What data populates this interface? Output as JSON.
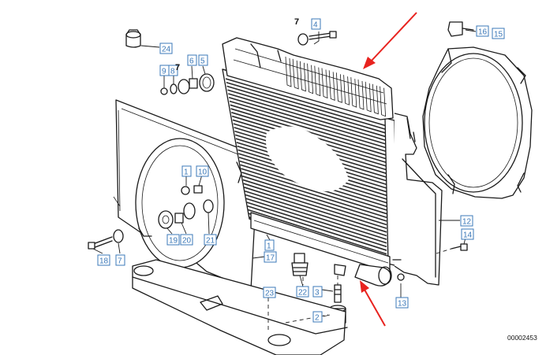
{
  "diagram": {
    "part_tags": [
      {
        "id": "24",
        "label": "24"
      },
      {
        "id": "4",
        "label": "4"
      },
      {
        "id": "16",
        "label": "16"
      },
      {
        "id": "15",
        "label": "15"
      },
      {
        "id": "9",
        "label": "9"
      },
      {
        "id": "8",
        "label": "8"
      },
      {
        "id": "6",
        "label": "6"
      },
      {
        "id": "5",
        "label": "5"
      },
      {
        "id": "1a",
        "label": "1"
      },
      {
        "id": "10",
        "label": "10"
      },
      {
        "id": "12",
        "label": "12"
      },
      {
        "id": "14",
        "label": "14"
      },
      {
        "id": "19",
        "label": "19"
      },
      {
        "id": "20",
        "label": "20"
      },
      {
        "id": "21",
        "label": "21"
      },
      {
        "id": "18",
        "label": "18"
      },
      {
        "id": "7b",
        "label": "7"
      },
      {
        "id": "1b",
        "label": "1"
      },
      {
        "id": "17",
        "label": "17"
      },
      {
        "id": "23",
        "label": "23"
      },
      {
        "id": "22",
        "label": "22"
      },
      {
        "id": "3",
        "label": "3"
      },
      {
        "id": "2",
        "label": "2"
      },
      {
        "id": "13",
        "label": "13"
      }
    ],
    "plain_labels": [
      {
        "id": "7top",
        "label": "7"
      },
      {
        "id": "7mid",
        "label": "7"
      }
    ],
    "document_id": "00002453",
    "arrow_color": "#e8231f",
    "tag_color": "#3b78b8",
    "line_color": "#1a1a1a"
  }
}
